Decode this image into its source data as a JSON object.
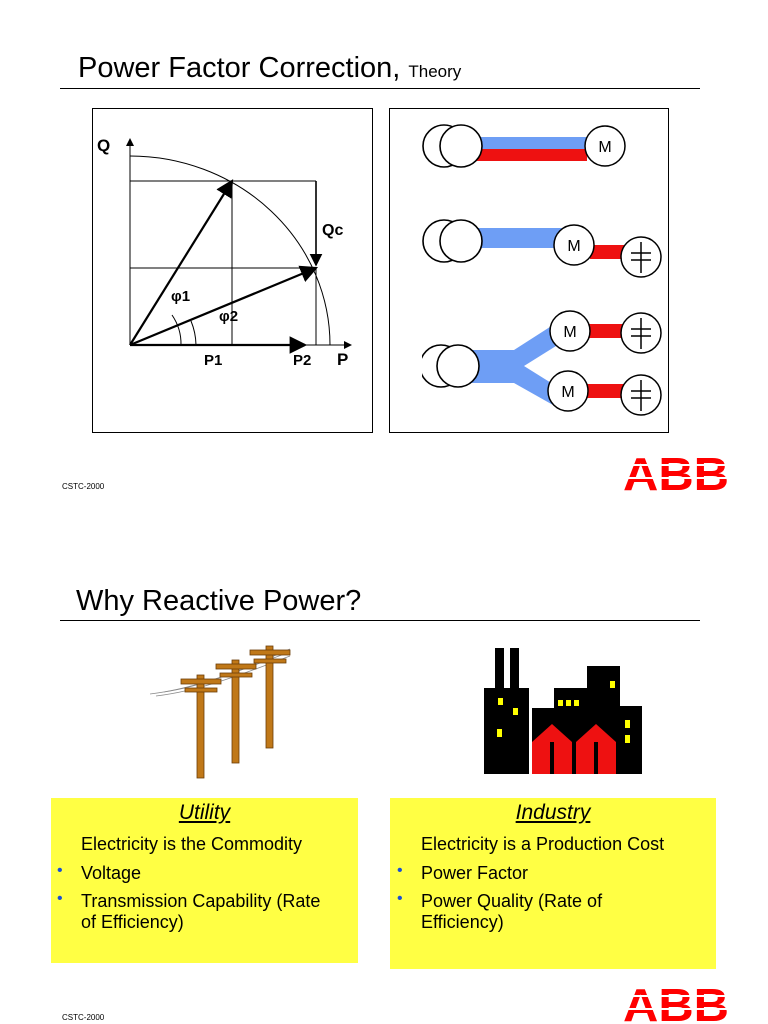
{
  "slide1": {
    "title": "Power Factor Correction,",
    "subtitle": "Theory",
    "footer": "CSTC-2000",
    "diagram": {
      "q_label": "Q",
      "qc_label": "Qc",
      "phi1_label": "φ1",
      "phi2_label": "φ2",
      "p1_label": "P1",
      "p2_label": "P2",
      "p_label": "P"
    },
    "motor_label": "M"
  },
  "slide2": {
    "title": "Why Reactive Power?",
    "footer": "CSTC-2000",
    "utility": {
      "heading": "Utility",
      "line": "Electricity is the Commodity",
      "bullets": [
        "Voltage",
        "Transmission Capability (Rate",
        "of Efficiency)"
      ]
    },
    "industry": {
      "heading": "Industry",
      "line": "Electricity is a Production Cost",
      "bullets": [
        "Power Factor",
        "Power Quality (Rate of",
        "Efficiency)"
      ]
    }
  },
  "logo": "ABB",
  "colors": {
    "blue_line": "#6e9ef5",
    "red_line": "#ee1111",
    "abb_red": "#ff0000",
    "box_yellow": "#ffff44",
    "pole_brown": "#c07818",
    "bullet_blue": "#1a4fd6"
  }
}
